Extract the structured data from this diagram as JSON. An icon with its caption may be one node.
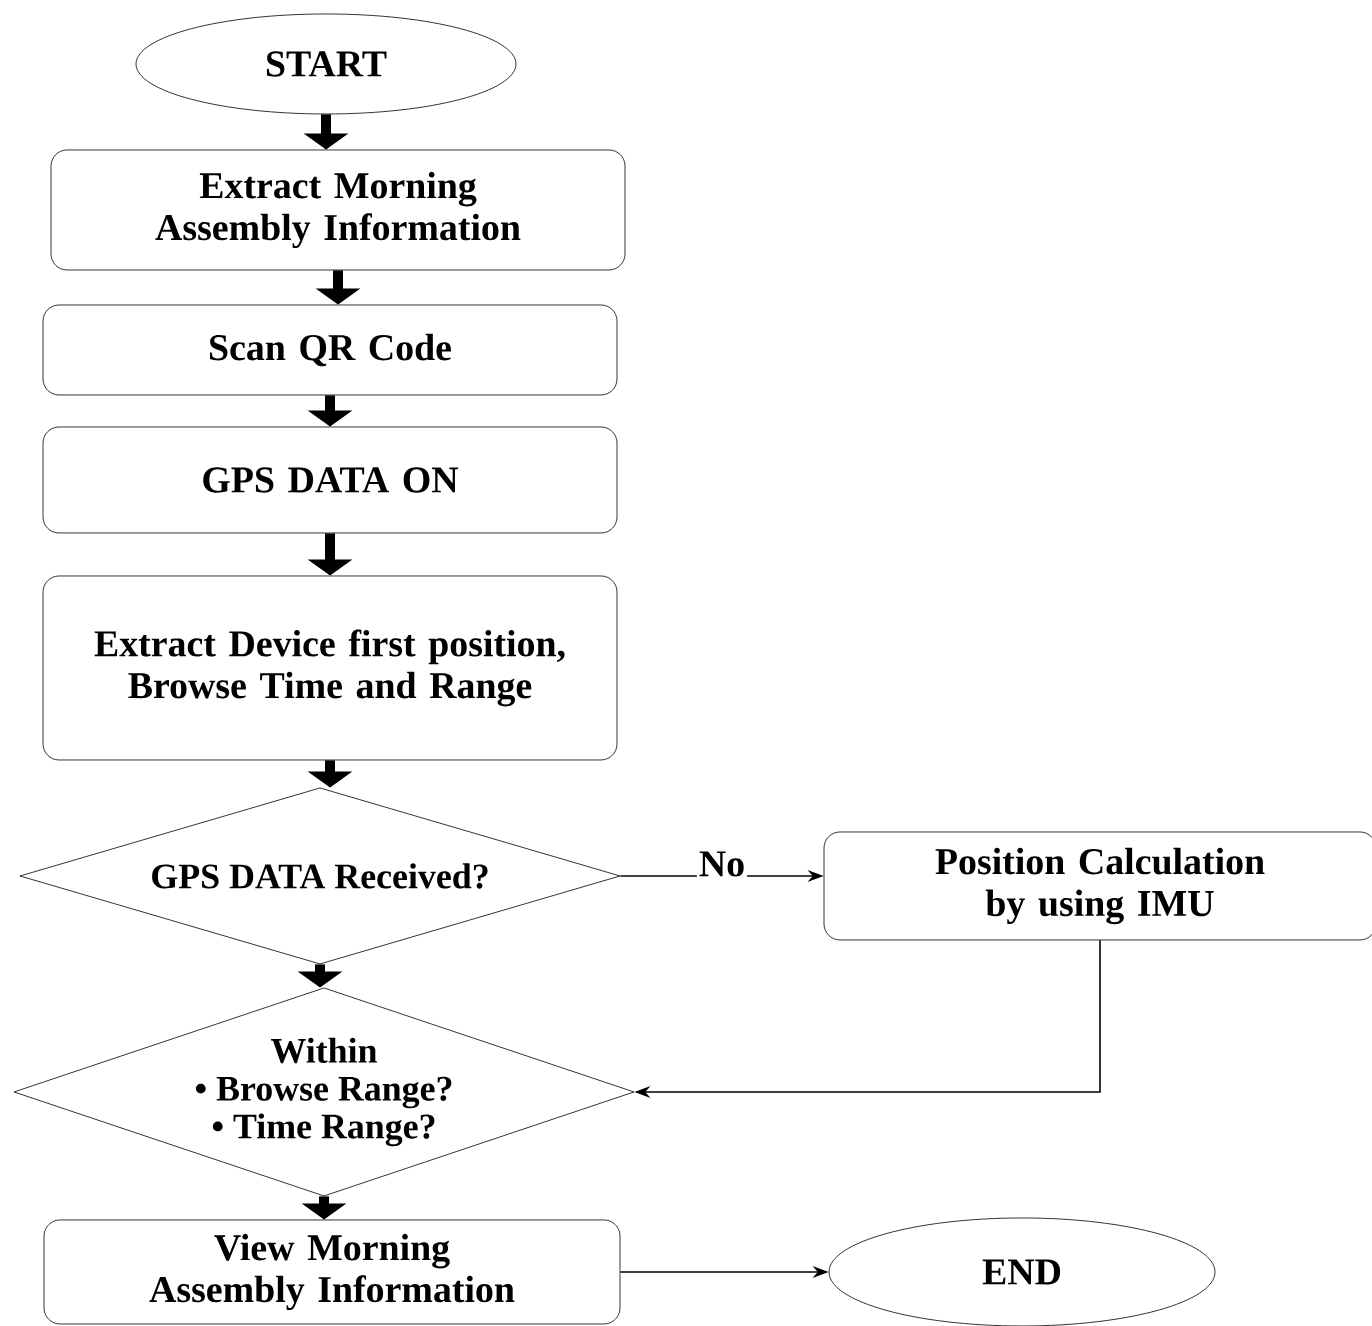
{
  "diagram": {
    "nodes": [
      {
        "text": [
          "START"
        ]
      },
      {
        "text": [
          "Extract Morning Assembly Information"
        ]
      },
      {
        "text": [
          "Scan QR Code"
        ]
      },
      {
        "text": [
          "GPS DATA ON"
        ]
      },
      {
        "text": [
          "Extract Device first position, Browse Time and Range"
        ]
      },
      {
        "text": [
          "GPS DATA Received?"
        ]
      },
      {
        "text": [
          "Position Calculation by using IMU"
        ]
      },
      {
        "text": [
          "Within",
          "• Browse Range?",
          "• Time Range?"
        ]
      },
      {
        "text": [
          "View Morning Assembly Information"
        ]
      },
      {
        "text": [
          "END"
        ]
      }
    ],
    "edges": [
      {
        "from": 0,
        "to": 1,
        "arrow": "to"
      },
      {
        "from": 1,
        "to": 2,
        "arrow": "to"
      },
      {
        "from": 2,
        "to": 3,
        "arrow": "to"
      },
      {
        "from": 3,
        "to": 4,
        "arrow": "to"
      },
      {
        "from": 4,
        "to": 5,
        "arrow": "to"
      },
      {
        "from": 5,
        "to": 6,
        "arrow": "to",
        "label": "No"
      },
      {
        "from": 5,
        "to": 7,
        "arrow": "to"
      },
      {
        "from": 6,
        "to": 7,
        "arrow": "to"
      },
      {
        "from": 7,
        "to": 8,
        "arrow": "to"
      },
      {
        "from": 8,
        "to": 9,
        "arrow": "to"
      }
    ]
  }
}
